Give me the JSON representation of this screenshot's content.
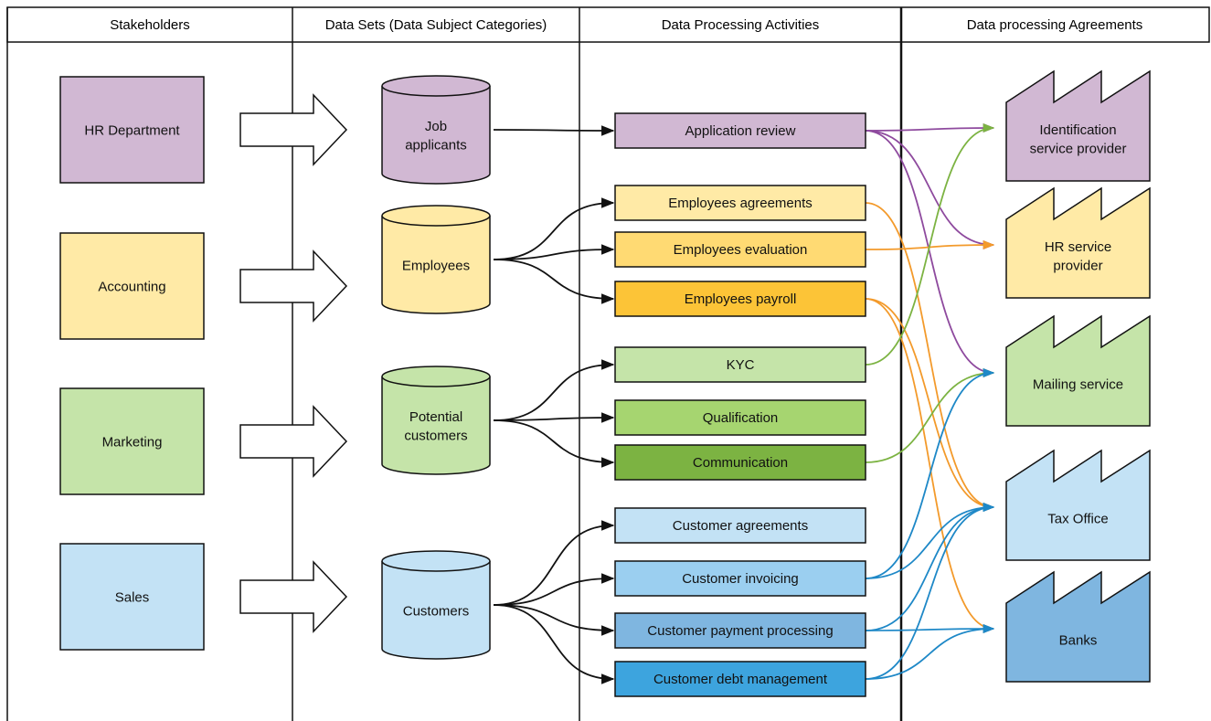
{
  "columns": [
    {
      "id": "stakeholders",
      "title": "Stakeholders"
    },
    {
      "id": "datasets",
      "title": "Data Sets (Data Subject Categories)"
    },
    {
      "id": "activities",
      "title": "Data Processing Activities"
    },
    {
      "id": "agreements",
      "title": "Data processing Agreements"
    }
  ],
  "stakeholders": [
    {
      "id": "hr",
      "label": "HR Department",
      "color": "#D1B8D3"
    },
    {
      "id": "accounting",
      "label": "Accounting",
      "color": "#FFEAA6"
    },
    {
      "id": "marketing",
      "label": "Marketing",
      "color": "#C5E4A9"
    },
    {
      "id": "sales",
      "label": "Sales",
      "color": "#C3E2F5"
    }
  ],
  "datasets": [
    {
      "id": "job",
      "lines": [
        "Job",
        "applicants"
      ],
      "color": "#D1B8D3"
    },
    {
      "id": "emp",
      "lines": [
        "Employees"
      ],
      "color": "#FFEAA6"
    },
    {
      "id": "pot",
      "lines": [
        "Potential",
        "customers"
      ],
      "color": "#C5E4A9"
    },
    {
      "id": "cust",
      "lines": [
        "Customers"
      ],
      "color": "#C3E2F5"
    }
  ],
  "activities": [
    {
      "id": "app_review",
      "label": "Application review",
      "color": "#D1B8D3",
      "dataset": "job"
    },
    {
      "id": "emp_agree",
      "label": "Employees agreements",
      "color": "#FFEAA6",
      "dataset": "emp"
    },
    {
      "id": "emp_eval",
      "label": "Employees evaluation",
      "color": "#FFDA73",
      "dataset": "emp"
    },
    {
      "id": "emp_pay",
      "label": "Employees payroll",
      "color": "#FCC437",
      "dataset": "emp"
    },
    {
      "id": "kyc",
      "label": "KYC",
      "color": "#C5E4A9",
      "dataset": "pot"
    },
    {
      "id": "qual",
      "label": "Qualification",
      "color": "#A6D570",
      "dataset": "pot"
    },
    {
      "id": "comm",
      "label": "Communication",
      "color": "#7CB342",
      "dataset": "pot"
    },
    {
      "id": "cust_agree",
      "label": "Customer agreements",
      "color": "#C3E2F5",
      "dataset": "cust"
    },
    {
      "id": "cust_inv",
      "label": "Customer invoicing",
      "color": "#9BCFF0",
      "dataset": "cust"
    },
    {
      "id": "cust_pay",
      "label": "Customer payment processing",
      "color": "#7FB6E0",
      "dataset": "cust"
    },
    {
      "id": "cust_debt",
      "label": "Customer debt management",
      "color": "#3DA4DE",
      "dataset": "cust"
    }
  ],
  "agreements": [
    {
      "id": "idsp",
      "lines": [
        "Identification",
        "service provider"
      ],
      "color": "#D1B8D3"
    },
    {
      "id": "hrsp",
      "lines": [
        "HR service",
        "provider"
      ],
      "color": "#FFEAA6"
    },
    {
      "id": "mail",
      "lines": [
        "Mailing service"
      ],
      "color": "#C5E4A9"
    },
    {
      "id": "tax",
      "lines": [
        "Tax Office"
      ],
      "color": "#C3E2F5"
    },
    {
      "id": "banks",
      "lines": [
        "Banks"
      ],
      "color": "#7FB6E0"
    }
  ],
  "flows": [
    {
      "from": "app_review",
      "to": "idsp",
      "color": "#8E4A9E"
    },
    {
      "from": "app_review",
      "to": "hrsp",
      "color": "#8E4A9E"
    },
    {
      "from": "app_review",
      "to": "mail",
      "color": "#8E4A9E"
    },
    {
      "from": "emp_agree",
      "to": "tax",
      "color": "#F39A2B"
    },
    {
      "from": "emp_eval",
      "to": "hrsp",
      "color": "#F39A2B"
    },
    {
      "from": "emp_pay",
      "to": "tax",
      "color": "#F39A2B"
    },
    {
      "from": "emp_pay",
      "to": "banks",
      "color": "#F39A2B"
    },
    {
      "from": "kyc",
      "to": "idsp",
      "color": "#7CB342"
    },
    {
      "from": "comm",
      "to": "mail",
      "color": "#7CB342"
    },
    {
      "from": "cust_inv",
      "to": "mail",
      "color": "#1E88C7"
    },
    {
      "from": "cust_inv",
      "to": "tax",
      "color": "#1E88C7"
    },
    {
      "from": "cust_pay",
      "to": "tax",
      "color": "#1E88C7"
    },
    {
      "from": "cust_pay",
      "to": "banks",
      "color": "#1E88C7"
    },
    {
      "from": "cust_debt",
      "to": "tax",
      "color": "#1E88C7"
    },
    {
      "from": "cust_debt",
      "to": "banks",
      "color": "#1E88C7"
    }
  ]
}
